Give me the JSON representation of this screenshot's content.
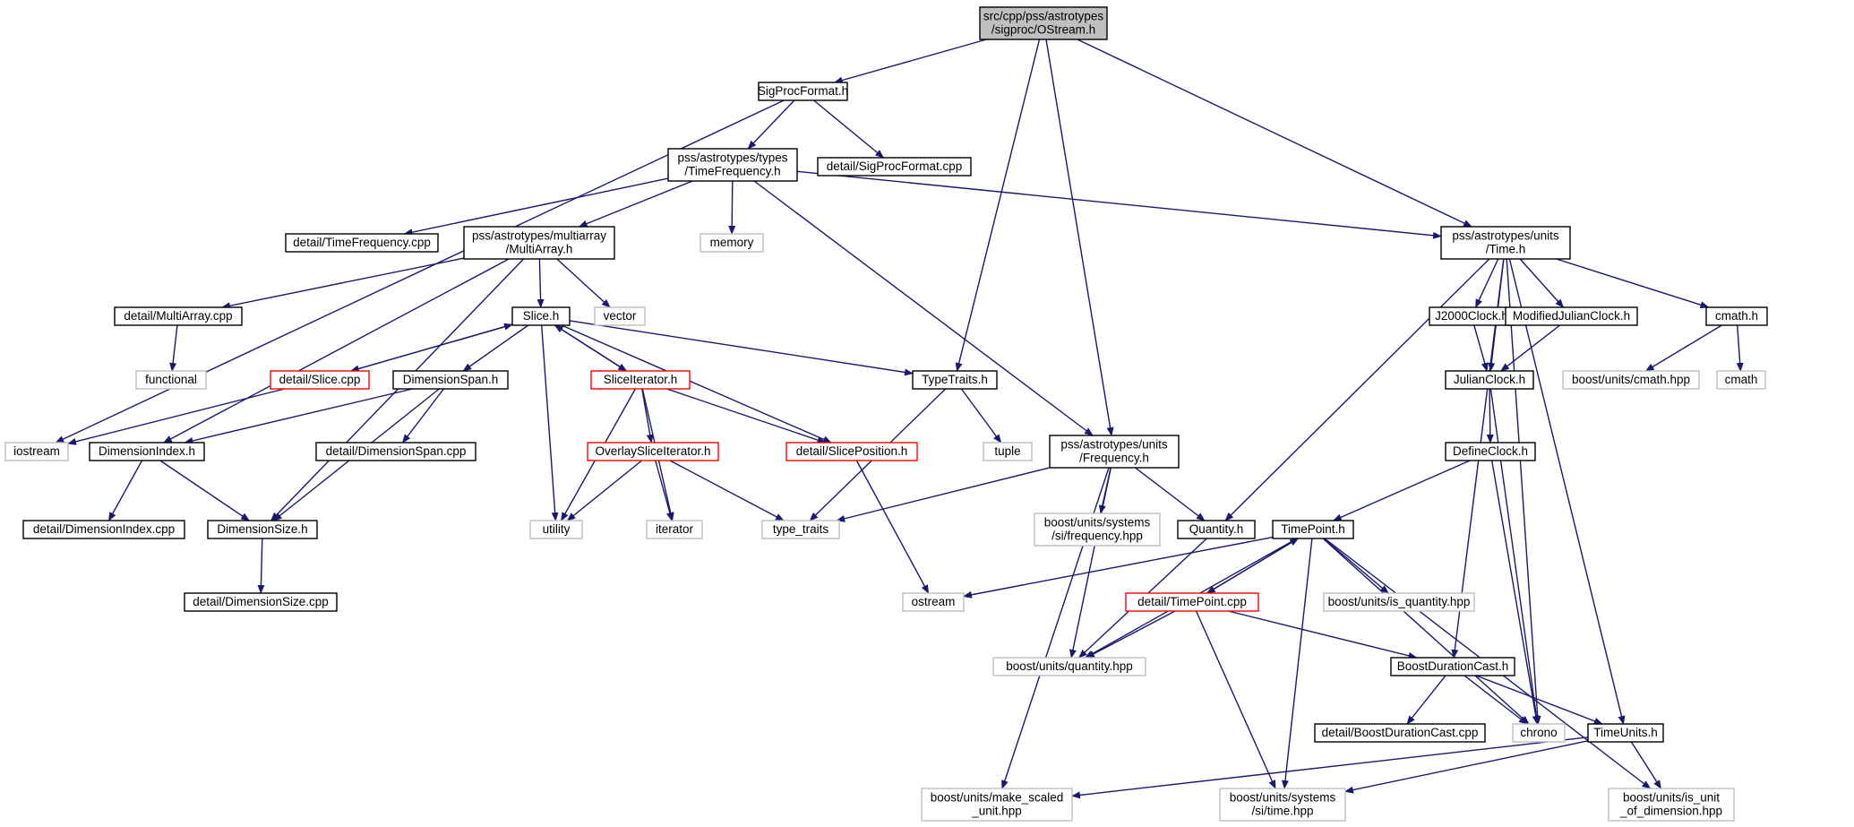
{
  "title": "src/cpp/pss/astrotypes/sigproc/OStream.h",
  "colors": {
    "edge": "#191970",
    "root_fill": "#bfbfbf",
    "node_border": "#000000",
    "missing_border": "#bfbfbf",
    "red_border": "#ff0000"
  },
  "nodes": [
    {
      "id": "root",
      "lines": [
        "src/cpp/pss/astrotypes",
        "/sigproc/OStream.h"
      ],
      "kind": "root"
    },
    {
      "id": "sigprocformat",
      "lines": [
        "SigProcFormat.h"
      ],
      "kind": "normal"
    },
    {
      "id": "timefrequency",
      "lines": [
        "pss/astrotypes/types",
        "/TimeFrequency.h"
      ],
      "kind": "normal"
    },
    {
      "id": "sigprocformat_cpp",
      "lines": [
        "detail/SigProcFormat.cpp"
      ],
      "kind": "normal"
    },
    {
      "id": "timefrequency_cpp",
      "lines": [
        "detail/TimeFrequency.cpp"
      ],
      "kind": "normal"
    },
    {
      "id": "multiarray",
      "lines": [
        "pss/astrotypes/multiarray",
        "/MultiArray.h"
      ],
      "kind": "normal"
    },
    {
      "id": "memory",
      "lines": [
        "memory"
      ],
      "kind": "missing"
    },
    {
      "id": "time_h",
      "lines": [
        "pss/astrotypes/units",
        "/Time.h"
      ],
      "kind": "normal"
    },
    {
      "id": "multiarray_cpp",
      "lines": [
        "detail/MultiArray.cpp"
      ],
      "kind": "normal"
    },
    {
      "id": "slice_h",
      "lines": [
        "Slice.h"
      ],
      "kind": "normal"
    },
    {
      "id": "vector",
      "lines": [
        "vector"
      ],
      "kind": "missing"
    },
    {
      "id": "functional",
      "lines": [
        "functional"
      ],
      "kind": "missing"
    },
    {
      "id": "slice_cpp",
      "lines": [
        "detail/Slice.cpp"
      ],
      "kind": "red"
    },
    {
      "id": "dimensionspan",
      "lines": [
        "DimensionSpan.h"
      ],
      "kind": "normal"
    },
    {
      "id": "sliceiterator",
      "lines": [
        "SliceIterator.h"
      ],
      "kind": "red"
    },
    {
      "id": "typetraits",
      "lines": [
        "TypeTraits.h"
      ],
      "kind": "normal"
    },
    {
      "id": "iostream",
      "lines": [
        "iostream"
      ],
      "kind": "missing"
    },
    {
      "id": "dimensionindex",
      "lines": [
        "DimensionIndex.h"
      ],
      "kind": "normal"
    },
    {
      "id": "dimensionspan_cpp",
      "lines": [
        "detail/DimensionSpan.cpp"
      ],
      "kind": "normal"
    },
    {
      "id": "overlaysliceiterator",
      "lines": [
        "OverlaySliceIterator.h"
      ],
      "kind": "red"
    },
    {
      "id": "sliceposition",
      "lines": [
        "detail/SlicePosition.h"
      ],
      "kind": "red"
    },
    {
      "id": "tuple",
      "lines": [
        "tuple"
      ],
      "kind": "missing"
    },
    {
      "id": "frequency",
      "lines": [
        "pss/astrotypes/units",
        "/Frequency.h"
      ],
      "kind": "normal"
    },
    {
      "id": "dimensionindex_cpp",
      "lines": [
        "detail/DimensionIndex.cpp"
      ],
      "kind": "normal"
    },
    {
      "id": "dimensionsize",
      "lines": [
        "DimensionSize.h"
      ],
      "kind": "normal"
    },
    {
      "id": "utility",
      "lines": [
        "utility"
      ],
      "kind": "missing"
    },
    {
      "id": "iterator",
      "lines": [
        "iterator"
      ],
      "kind": "missing"
    },
    {
      "id": "type_traits",
      "lines": [
        "type_traits"
      ],
      "kind": "missing"
    },
    {
      "id": "si_frequency",
      "lines": [
        "boost/units/systems",
        "/si/frequency.hpp"
      ],
      "kind": "missing"
    },
    {
      "id": "quantity_h",
      "lines": [
        "Quantity.h"
      ],
      "kind": "normal"
    },
    {
      "id": "dimensionsize_cpp",
      "lines": [
        "detail/DimensionSize.cpp"
      ],
      "kind": "normal"
    },
    {
      "id": "ostream",
      "lines": [
        "ostream"
      ],
      "kind": "missing"
    },
    {
      "id": "quantity_hpp",
      "lines": [
        "boost/units/quantity.hpp"
      ],
      "kind": "missing"
    },
    {
      "id": "make_scaled_unit",
      "lines": [
        "boost/units/make_scaled",
        "_unit.hpp"
      ],
      "kind": "missing"
    },
    {
      "id": "j2000clock",
      "lines": [
        "J2000Clock.h"
      ],
      "kind": "normal"
    },
    {
      "id": "mjdclock",
      "lines": [
        "ModifiedJulianClock.h"
      ],
      "kind": "normal"
    },
    {
      "id": "cmath_h",
      "lines": [
        "cmath.h"
      ],
      "kind": "normal"
    },
    {
      "id": "julianclock",
      "lines": [
        "JulianClock.h"
      ],
      "kind": "normal"
    },
    {
      "id": "boost_cmath",
      "lines": [
        "boost/units/cmath.hpp"
      ],
      "kind": "missing"
    },
    {
      "id": "cmath",
      "lines": [
        "cmath"
      ],
      "kind": "missing"
    },
    {
      "id": "defineclock",
      "lines": [
        "DefineClock.h"
      ],
      "kind": "normal"
    },
    {
      "id": "timepoint",
      "lines": [
        "TimePoint.h"
      ],
      "kind": "normal"
    },
    {
      "id": "timepoint_cpp",
      "lines": [
        "detail/TimePoint.cpp"
      ],
      "kind": "red"
    },
    {
      "id": "is_quantity",
      "lines": [
        "boost/units/is_quantity.hpp"
      ],
      "kind": "missing"
    },
    {
      "id": "boostdurationcast",
      "lines": [
        "BoostDurationCast.h"
      ],
      "kind": "normal"
    },
    {
      "id": "boostdurationcast_cpp",
      "lines": [
        "detail/BoostDurationCast.cpp"
      ],
      "kind": "normal"
    },
    {
      "id": "chrono",
      "lines": [
        "chrono"
      ],
      "kind": "missing"
    },
    {
      "id": "timeunits",
      "lines": [
        "TimeUnits.h"
      ],
      "kind": "normal"
    },
    {
      "id": "si_time",
      "lines": [
        "boost/units/systems",
        "/si/time.hpp"
      ],
      "kind": "missing"
    },
    {
      "id": "is_unit_of_dimension",
      "lines": [
        "boost/units/is_unit",
        "_of_dimension.hpp"
      ],
      "kind": "missing"
    }
  ],
  "edges": [
    [
      "root",
      "sigprocformat"
    ],
    [
      "root",
      "typetraits"
    ],
    [
      "root",
      "frequency"
    ],
    [
      "root",
      "time_h"
    ],
    [
      "sigprocformat",
      "timefrequency"
    ],
    [
      "sigprocformat",
      "sigprocformat_cpp"
    ],
    [
      "sigprocformat",
      "iostream"
    ],
    [
      "timefrequency",
      "timefrequency_cpp"
    ],
    [
      "timefrequency",
      "multiarray"
    ],
    [
      "timefrequency",
      "memory"
    ],
    [
      "timefrequency",
      "frequency"
    ],
    [
      "timefrequency",
      "time_h"
    ],
    [
      "multiarray",
      "multiarray_cpp"
    ],
    [
      "multiarray",
      "slice_h"
    ],
    [
      "multiarray",
      "vector"
    ],
    [
      "multiarray",
      "dimensionindex"
    ],
    [
      "multiarray",
      "dimensionsize"
    ],
    [
      "multiarray_cpp",
      "functional"
    ],
    [
      "slice_h",
      "slice_cpp"
    ],
    [
      "slice_h",
      "dimensionspan"
    ],
    [
      "slice_h",
      "sliceiterator"
    ],
    [
      "slice_h",
      "typetraits"
    ],
    [
      "slice_h",
      "sliceposition"
    ],
    [
      "slice_h",
      "utility"
    ],
    [
      "slice_cpp",
      "slice_h"
    ],
    [
      "slice_cpp",
      "iostream"
    ],
    [
      "sliceiterator",
      "slice_h"
    ],
    [
      "sliceiterator",
      "overlaysliceiterator"
    ],
    [
      "sliceiterator",
      "sliceposition"
    ],
    [
      "sliceiterator",
      "utility"
    ],
    [
      "sliceiterator",
      "iterator"
    ],
    [
      "dimensionspan",
      "dimensionindex"
    ],
    [
      "dimensionspan",
      "dimensionspan_cpp"
    ],
    [
      "dimensionspan",
      "dimensionsize"
    ],
    [
      "dimensionindex",
      "dimensionindex_cpp"
    ],
    [
      "dimensionindex",
      "dimensionsize"
    ],
    [
      "dimensionsize",
      "dimensionsize_cpp"
    ],
    [
      "overlaysliceiterator",
      "utility"
    ],
    [
      "overlaysliceiterator",
      "iterator"
    ],
    [
      "overlaysliceiterator",
      "type_traits"
    ],
    [
      "sliceposition",
      "ostream"
    ],
    [
      "typetraits",
      "tuple"
    ],
    [
      "typetraits",
      "type_traits"
    ],
    [
      "frequency",
      "type_traits"
    ],
    [
      "frequency",
      "si_frequency"
    ],
    [
      "frequency",
      "quantity_h"
    ],
    [
      "frequency",
      "quantity_hpp"
    ],
    [
      "frequency",
      "make_scaled_unit"
    ],
    [
      "quantity_h",
      "quantity_hpp"
    ],
    [
      "time_h",
      "quantity_h"
    ],
    [
      "time_h",
      "j2000clock"
    ],
    [
      "time_h",
      "mjdclock"
    ],
    [
      "time_h",
      "cmath_h"
    ],
    [
      "time_h",
      "julianclock"
    ],
    [
      "time_h",
      "boostdurationcast"
    ],
    [
      "time_h",
      "chrono"
    ],
    [
      "time_h",
      "timeunits"
    ],
    [
      "j2000clock",
      "julianclock"
    ],
    [
      "mjdclock",
      "julianclock"
    ],
    [
      "cmath_h",
      "boost_cmath"
    ],
    [
      "cmath_h",
      "cmath"
    ],
    [
      "julianclock",
      "defineclock"
    ],
    [
      "julianclock",
      "chrono"
    ],
    [
      "defineclock",
      "timepoint"
    ],
    [
      "defineclock",
      "chrono"
    ],
    [
      "timepoint",
      "timepoint_cpp"
    ],
    [
      "timepoint",
      "ostream"
    ],
    [
      "timepoint",
      "quantity_hpp"
    ],
    [
      "timepoint",
      "is_quantity"
    ],
    [
      "timepoint",
      "si_time"
    ],
    [
      "timepoint",
      "chrono"
    ],
    [
      "timepoint",
      "is_unit_of_dimension"
    ],
    [
      "timepoint_cpp",
      "timepoint"
    ],
    [
      "timepoint_cpp",
      "quantity_hpp"
    ],
    [
      "timepoint_cpp",
      "boostdurationcast"
    ],
    [
      "timepoint_cpp",
      "si_time"
    ],
    [
      "boostdurationcast",
      "boostdurationcast_cpp"
    ],
    [
      "boostdurationcast",
      "chrono"
    ],
    [
      "boostdurationcast",
      "timeunits"
    ],
    [
      "timeunits",
      "make_scaled_unit"
    ],
    [
      "timeunits",
      "si_time"
    ],
    [
      "timeunits",
      "is_unit_of_dimension"
    ]
  ]
}
